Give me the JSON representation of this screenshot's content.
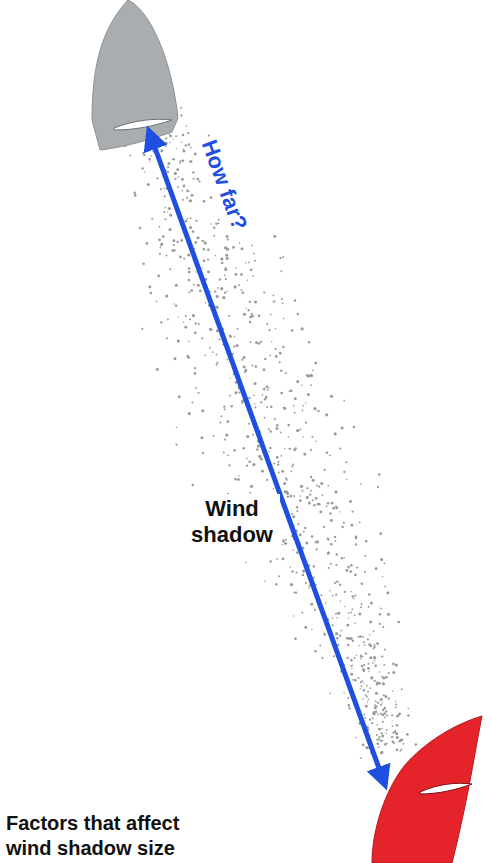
{
  "diagram": {
    "labels": [
      "How far?",
      "Wind shadow",
      "Factors that affect wind shadow size"
    ]
  }
}
